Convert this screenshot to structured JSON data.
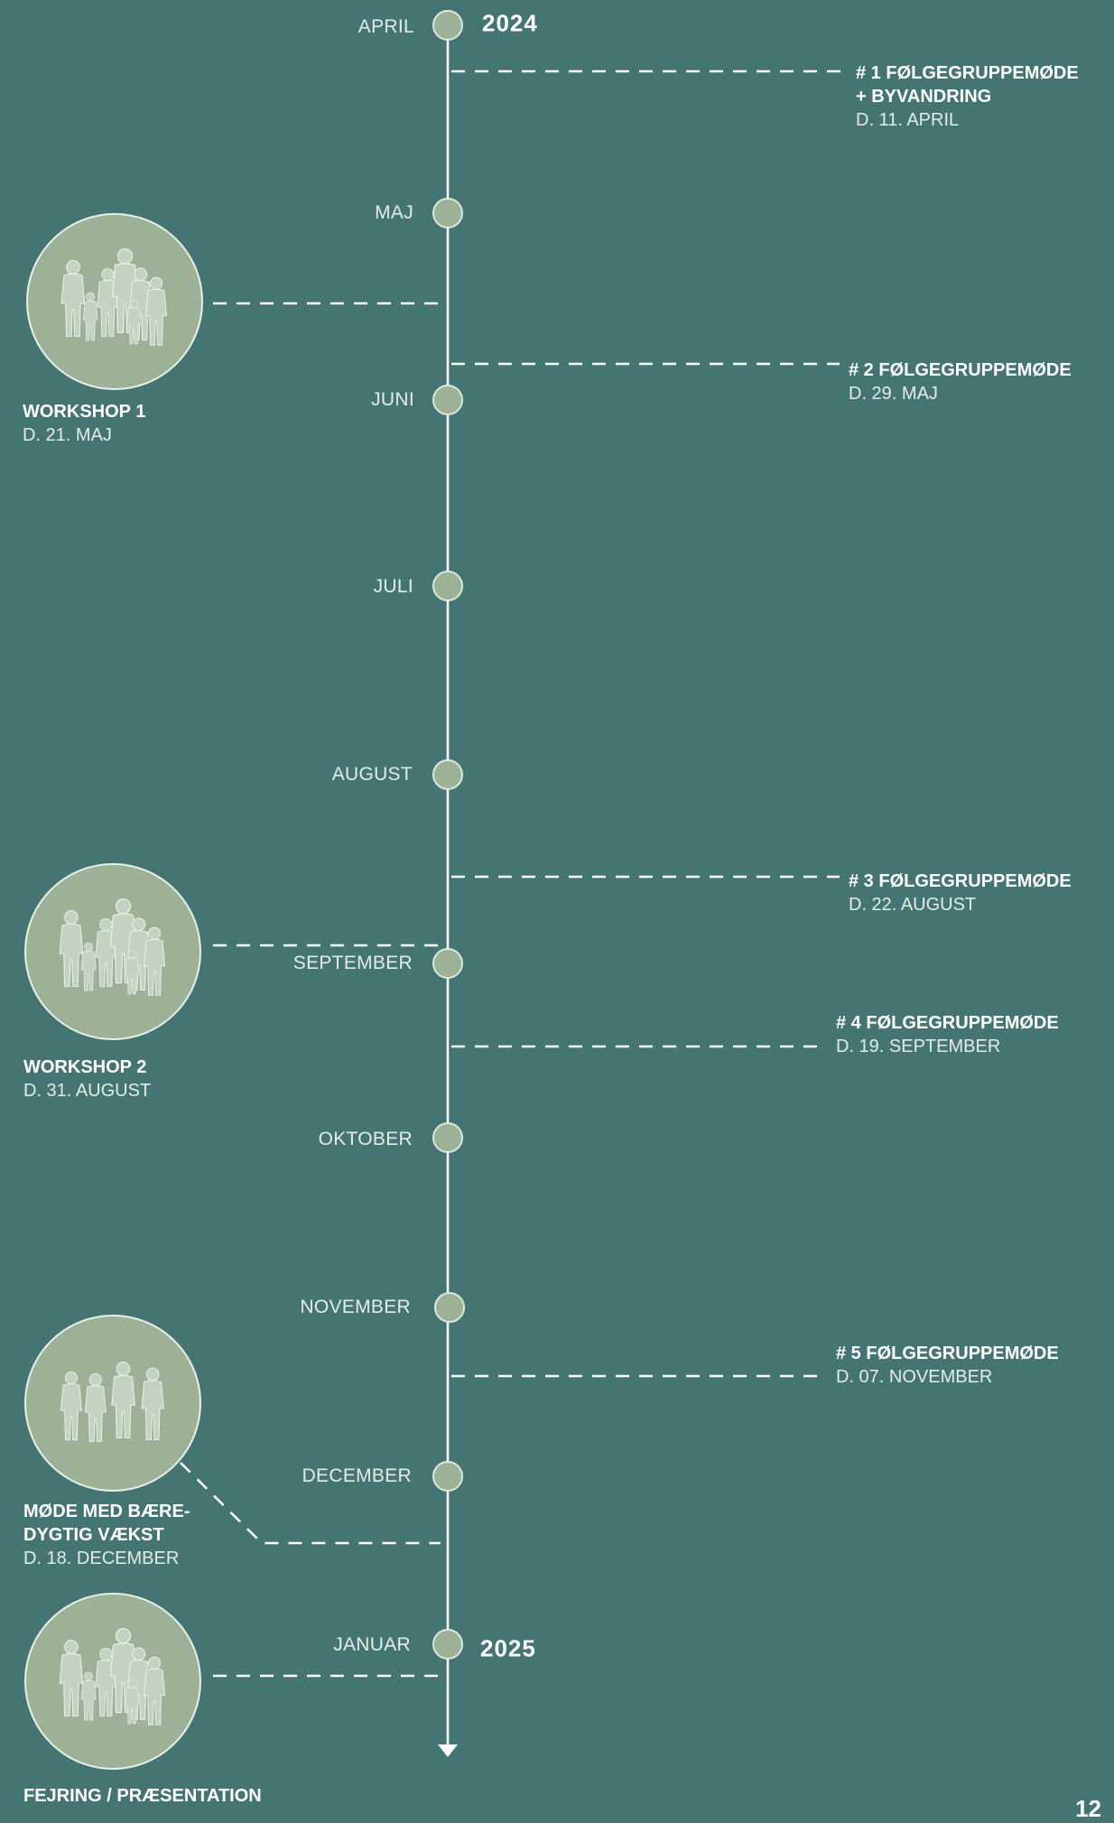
{
  "timeline": {
    "years": {
      "start": "2024",
      "end": "2025"
    },
    "months": [
      "APRIL",
      "MAJ",
      "JUNI",
      "JULI",
      "AUGUST",
      "SEPTEMBER",
      "OKTOBER",
      "NOVEMBER",
      "DECEMBER",
      "JANUAR"
    ]
  },
  "right_events": [
    {
      "title": "# 1 FØLGEGRUPPEMØDE\n+ BYVANDRING",
      "date": "D. 11. APRIL"
    },
    {
      "title": "# 2 FØLGEGRUPPEMØDE",
      "date": "D. 29. MAJ"
    },
    {
      "title": "# 3 FØLGEGRUPPEMØDE",
      "date": "D. 22. AUGUST"
    },
    {
      "title": "# 4 FØLGEGRUPPEMØDE",
      "date": "D. 19. SEPTEMBER"
    },
    {
      "title": "# 5 FØLGEGRUPPEMØDE",
      "date": "D. 07. NOVEMBER"
    }
  ],
  "left_events": [
    {
      "title": "WORKSHOP 1",
      "date": "D. 21. MAJ",
      "icon": "people-group-icon"
    },
    {
      "title": "WORKSHOP 2",
      "date": "D. 31. AUGUST",
      "icon": "people-group-icon"
    },
    {
      "title": "MØDE MED BÆRE-\nDYGTIG VÆKST",
      "date": "D. 18. DECEMBER",
      "icon": "people-group-icon"
    },
    {
      "title": "FEJRING / PRÆSENTATION",
      "date": "",
      "icon": "people-group-icon"
    }
  ],
  "page_number": "12",
  "colors": {
    "background": "#457573",
    "node": "#9cb196",
    "line": "#ffffff"
  }
}
